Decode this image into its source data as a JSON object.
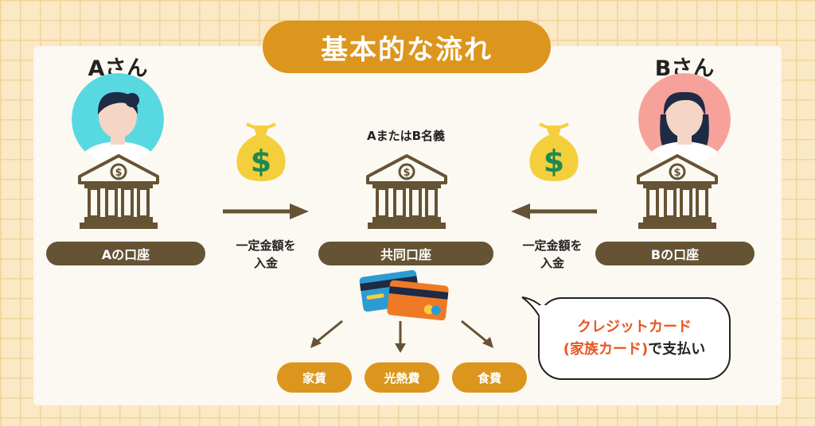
{
  "title": "基本的な流れ",
  "person_a": {
    "label": "Aさん",
    "avatar_bg": "#58d9e2"
  },
  "person_b": {
    "label": "Bさん",
    "avatar_bg": "#f6a29b"
  },
  "account_a": "Aの口座",
  "account_b": "Bの口座",
  "joint": {
    "owner": "AまたはB名義",
    "label": "共同口座"
  },
  "deposit_left": {
    "line1": "一定金額を",
    "line2": "入金"
  },
  "deposit_right": {
    "line1": "一定金額を",
    "line2": "入金"
  },
  "expenses": [
    "家賃",
    "光熱費",
    "食費"
  ],
  "bubble": {
    "line1": "クレジットカード",
    "line2_highlight": "(家族カード)",
    "line2_rest": "で支払い"
  },
  "colors": {
    "accent": "#dc961d",
    "bar": "#655334",
    "highlight": "#e8561f",
    "money_bag": "#f3cf3c",
    "dollar": "#1b8a52"
  },
  "icons": [
    "money-bag-icon",
    "bank-icon",
    "credit-card-icon",
    "arrow-icon"
  ]
}
